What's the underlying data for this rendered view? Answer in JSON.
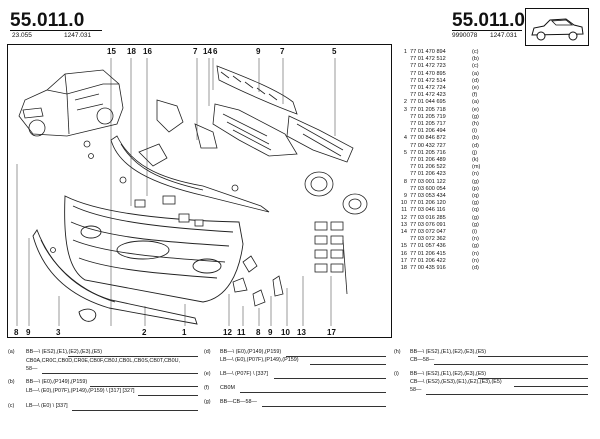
{
  "header": {
    "code_left": "55.011.0",
    "sub_left_a": "23.055",
    "sub_left_b": "1247.031",
    "code_right": "55.011.0",
    "sub_right_a": "9990078",
    "sub_right_b": "1247.031"
  },
  "callouts_top": [
    "15",
    "18",
    "16",
    "7",
    "14",
    "6",
    "9",
    "7",
    "5"
  ],
  "callouts_bottom": [
    "8",
    "9",
    "3",
    "2",
    "1",
    "12",
    "11",
    "8",
    "9",
    "10",
    "13",
    "17"
  ],
  "parts": [
    {
      "n": "1",
      "ref": "77 01 470 894",
      "var": "(c)"
    },
    {
      "n": "",
      "ref": "77 01 472 512",
      "var": "(b)"
    },
    {
      "n": "",
      "ref": "77 01 472 723",
      "var": "(c)"
    },
    {
      "n": "",
      "ref": "77 01 470 895",
      "var": "(a)"
    },
    {
      "n": "",
      "ref": "77 01 472 514",
      "var": "(d)"
    },
    {
      "n": "",
      "ref": "77 01 472 724",
      "var": "(e)"
    },
    {
      "n": "",
      "ref": "77 01 472 423",
      "var": "(f)"
    },
    {
      "n": "2",
      "ref": "77 01 044 695",
      "var": "(a)"
    },
    {
      "n": "3",
      "ref": "77 01 205 718",
      "var": "(e)"
    },
    {
      "n": "",
      "ref": "77 01 205 719",
      "var": "(g)"
    },
    {
      "n": "",
      "ref": "77 01 205 717",
      "var": "(h)"
    },
    {
      "n": "",
      "ref": "77 01 206 494",
      "var": "(i)"
    },
    {
      "n": "4",
      "ref": "77 00 846 872",
      "var": "(b)"
    },
    {
      "n": "",
      "ref": "77 00 432 727",
      "var": "(d)"
    },
    {
      "n": "5",
      "ref": "77 01 205 716",
      "var": "(j)"
    },
    {
      "n": "",
      "ref": "77 01 206 489",
      "var": "(k)"
    },
    {
      "n": "",
      "ref": "77 01 206 522",
      "var": "(m)"
    },
    {
      "n": "",
      "ref": "77 01 206 423",
      "var": "(n)"
    },
    {
      "n": "8",
      "ref": "77 03 001 122",
      "var": "(g)"
    },
    {
      "n": "",
      "ref": "77 03 600 054",
      "var": "(p)"
    },
    {
      "n": "9",
      "ref": "77 03 053 434",
      "var": "(q)"
    },
    {
      "n": "10",
      "ref": "77 01 206 120",
      "var": "(g)"
    },
    {
      "n": "11",
      "ref": "77 03 046 116",
      "var": "(q)"
    },
    {
      "n": "12",
      "ref": "77 03 016 285",
      "var": "(g)"
    },
    {
      "n": "13",
      "ref": "77 03 076 091",
      "var": "(g)"
    },
    {
      "n": "14",
      "ref": "77 03 072 047",
      "var": "(i)"
    },
    {
      "n": "",
      "ref": "77 03 072 362",
      "var": "(n)"
    },
    {
      "n": "15",
      "ref": "77 01 057 436",
      "var": "(g)"
    },
    {
      "n": "16",
      "ref": "77 01 206 415",
      "var": "(n)"
    },
    {
      "n": "17",
      "ref": "77 01 206 422",
      "var": "(n)"
    },
    {
      "n": "18",
      "ref": "77 00 435 916",
      "var": "(d)"
    }
  ],
  "legend": {
    "a": {
      "key": "(a)",
      "l1": "BB—\\ (ES2),(E1),(E2),(E3),(E5)",
      "l2": "CB0A,CR0C,CB0D,CR0E,CB0F,CB0J,CB0L,CB0S,CB0T,CB0U,",
      "l3": "58—"
    },
    "b": {
      "key": "(b)",
      "l1": "BB—\\ (E0),(P149),(P159)",
      "l2": "LB—\\ (E0),(P07F),(P149),(P159) \\ [317] [327]"
    },
    "c": {
      "key": "(c)",
      "l1": "LB—\\ (E0) \\ [337]"
    },
    "d": {
      "key": "(d)",
      "l1": "BB—\\ (E0),(P149),(P159)",
      "l2": "LB—\\ (E0),(P07F),(P149),(P159)"
    },
    "e": {
      "key": "(e)",
      "l1": "LB—\\ (P07F) \\ [337]"
    },
    "f": {
      "key": "(f)",
      "l1": "CB0M"
    },
    "g": {
      "key": "(g)",
      "l1": "BB—CB—58—"
    },
    "h": {
      "key": "(h)",
      "l1": "BB—\\ (ES2),(E1),(E2),(E3),(E5)",
      "l2": "CB—58—"
    },
    "i": {
      "key": "(i)",
      "l1": "BB—\\ (ES2),(E1),(E2),(E3),(E5)",
      "l2": "CB—\\ (ES2),(ES3),(E1),(E2),(E3),(E5)",
      "l3": "58—"
    }
  },
  "colors": {
    "ink": "#111111",
    "paper": "#ffffff"
  }
}
